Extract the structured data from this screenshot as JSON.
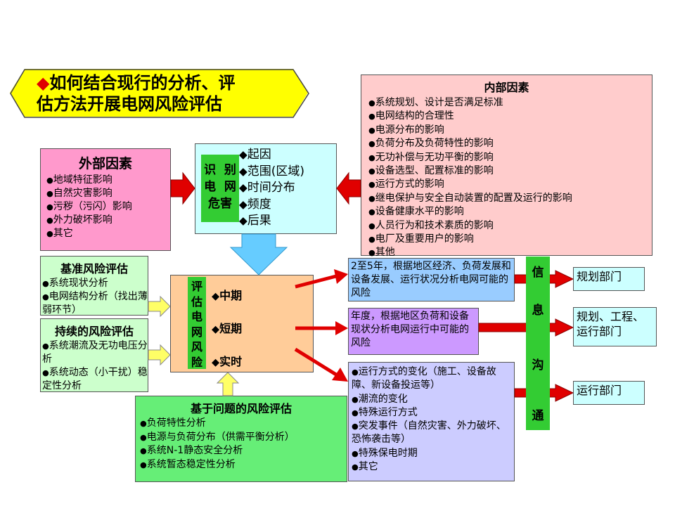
{
  "title": {
    "line1": "如何结合现行的分析、评",
    "line2": "估方法开展电网风险评估"
  },
  "external": {
    "heading": "外部因素",
    "items": [
      "地域特征影响",
      "自然灾害影响",
      "污秽（污闪）影响",
      "外力破坏影响",
      "其它"
    ]
  },
  "identify": {
    "label_line1": "识  别",
    "label_line2": "电  网",
    "label_line3": "危害",
    "items": [
      "起因",
      "范围(区域)",
      "时间分布",
      "频度",
      "后果"
    ]
  },
  "internal": {
    "heading": "内部因素",
    "items": [
      "系统规划、设计是否满足标准",
      "电网结构的合理性",
      "电源分布的影响",
      "负荷分布及负荷特性的影响",
      "无功补偿与无功平衡的影响",
      "设备选型、配置标准的影响",
      "运行方式的影响",
      "继电保护与安全自动装置的配置及运行的影响",
      "设备健康水平的影响",
      "人员行为和技术素质的影响",
      "电厂及重要用户的影响",
      "其他"
    ]
  },
  "baseline": {
    "heading": "基准风险评估",
    "items": [
      "系统现状分析",
      "电网结构分析（找出薄弱环节）"
    ]
  },
  "continuous": {
    "heading": "持续的风险评估",
    "items": [
      "系统潮流及无功电压分析",
      "系统动态（小干扰）稳定性分析"
    ]
  },
  "evaluate": {
    "label_chars": [
      "评",
      "估",
      "电",
      "网",
      "风",
      "险"
    ],
    "items": [
      "中期",
      "短期",
      "实时"
    ]
  },
  "problem": {
    "heading": "基于问题的风险评估",
    "items": [
      "负荷特性分析",
      "电源与负荷分布（供需平衡分析）",
      "系统N-1静态安全分析",
      "系统暂态稳定性分析"
    ]
  },
  "medium": {
    "text": "2至5年，根据地区经济、负荷发展和设备发展、运行状况分析电网可能的风险"
  },
  "short": {
    "text": "年度，根据地区负荷和设备现状分析电网运行中可能的风险"
  },
  "realtime": {
    "items": [
      "运行方式的变化（施工、设备故障、新设备投运等）",
      "潮流的变化",
      "特殊运行方式",
      "突发事件（自然灾害、外力破坏、恐怖袭击等）",
      "特殊保电时期",
      "其它"
    ]
  },
  "communication": {
    "chars": [
      "信",
      "息",
      "沟",
      "通"
    ]
  },
  "departments": {
    "planning": "规划部门",
    "multi_line1": "规划、工程、",
    "multi_line2": "运行部门",
    "operations": "运行部门"
  },
  "colors": {
    "banner": "#ffff00",
    "label_green": "#33cc33",
    "arrow_red": "#e00000",
    "arrow_yellow": "#ffff66",
    "arrow_cyan": "#66ccff"
  }
}
